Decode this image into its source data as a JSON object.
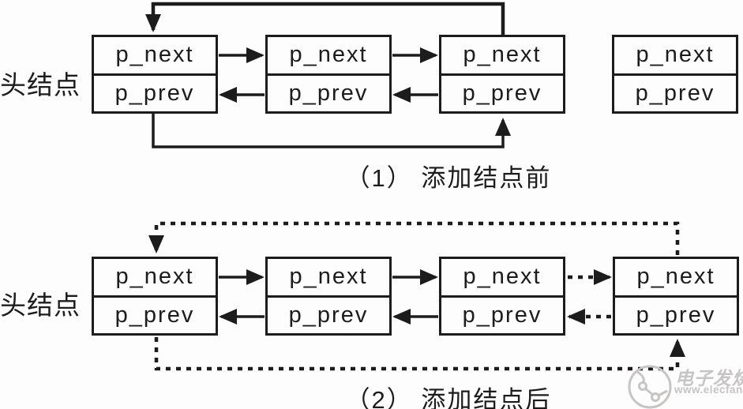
{
  "colors": {
    "ink": "#1c1c1c",
    "background": "#fdfdfd",
    "watermark": "#c7c4c4"
  },
  "diagram": {
    "head_label": "头结点",
    "node_rows": [
      "p_next",
      "p_prev"
    ],
    "sections": [
      {
        "caption": "（1） 添加结点前"
      },
      {
        "caption": "（2） 添加结点后"
      }
    ]
  },
  "watermark": {
    "logo_icon": "circuit-trace-logo-icon",
    "brand": "电子发烧友",
    "url": "www.elecfans.com"
  }
}
